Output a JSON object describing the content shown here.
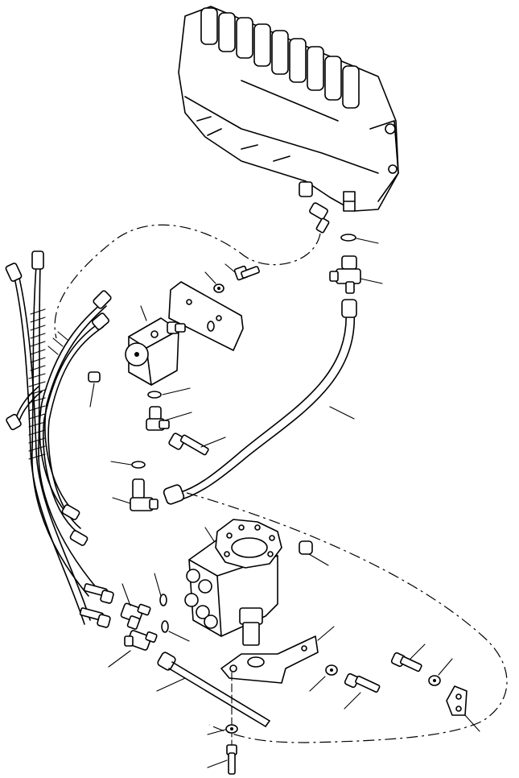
{
  "diagram": {
    "components": [
      "control-valve",
      "relief-valve-block",
      "steering-unit",
      "hydraulic-hose",
      "hose-bundle",
      "mounting-bracket",
      "bolt",
      "washer",
      "o-ring",
      "elbow-fitting",
      "tee-fitting",
      "clamp"
    ],
    "colors": {
      "line": "#000000",
      "background": "#ffffff"
    }
  }
}
